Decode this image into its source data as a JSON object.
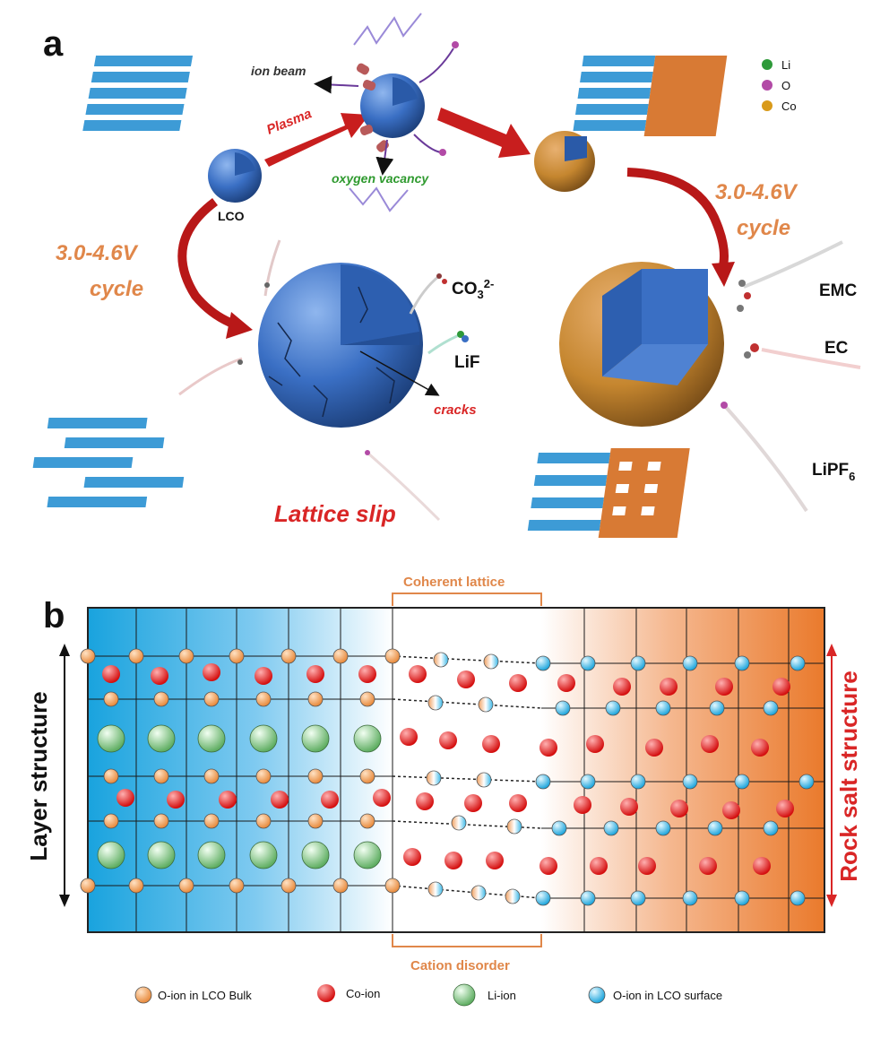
{
  "panel_a": {
    "letter": "a",
    "ion_beam": "ion beam",
    "plasma": "Plasma",
    "oxygen_vacancy": "oxygen vacancy",
    "lco": "LCO",
    "cycle_left_line1": "3.0-4.6V",
    "cycle_left_line2": "cycle",
    "cycle_right_line1": "3.0-4.6V",
    "cycle_right_line2": "cycle",
    "co3": "CO",
    "co3_sub": "3",
    "co3_sup": "2-",
    "lif": "LiF",
    "cracks": "cracks",
    "lattice_slip": "Lattice slip",
    "emc": "EMC",
    "ec": "EC",
    "lipf6": "LiPF",
    "lipf6_sub": "6",
    "legend": [
      {
        "label": "Li",
        "color": "#2e9a3a"
      },
      {
        "label": "O",
        "color": "#b24aa6"
      },
      {
        "label": "Co",
        "color": "#d99a1a"
      }
    ]
  },
  "panel_b": {
    "letter": "b",
    "coherent_lattice": "Coherent lattice",
    "cation_disorder": "Cation disorder",
    "layer_structure": "Layer structure",
    "rock_salt_structure": "Rock salt structure",
    "legend": [
      {
        "label": "O-ion in LCO Bulk",
        "color": "#f0a060"
      },
      {
        "label": "Co-ion",
        "color": "#e02020"
      },
      {
        "label": "Li-ion",
        "color": "#7cbf7c"
      },
      {
        "label": "O-ion in LCO surface",
        "color": "#3ab8e8"
      }
    ]
  },
  "colors": {
    "accent_red": "#c81e1e",
    "accent_orange": "#e0874a",
    "sphere_blue": "#3a6fc4",
    "shell_brown": "#c98a3a"
  }
}
